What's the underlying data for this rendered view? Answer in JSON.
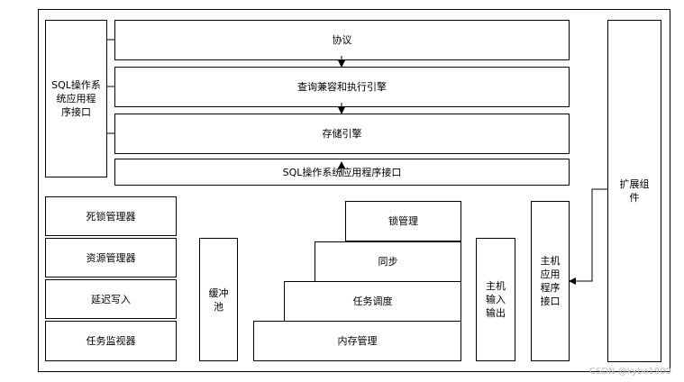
{
  "layers": {
    "protocol": "协议",
    "query_engine": "查询兼容和执行引擎",
    "storage_engine": "存储引擎",
    "sql_os_api_bar": "SQL操作系统应用程序接口"
  },
  "left_api": "SQL操作系\n统应用程\n序接口",
  "managers": [
    "死锁管理器",
    "资源管理器",
    "延迟写入",
    "任务监视器"
  ],
  "buffer_pool": "缓冲\n池",
  "stairs": [
    "锁管理",
    "同步",
    "任务调度",
    "内存管理"
  ],
  "host_io": "主机\n输入\n输出",
  "host_api": "主机\n应用\n程序\n接口",
  "extension": "扩展组\n件",
  "watermark": "CSDN @kyba1900"
}
